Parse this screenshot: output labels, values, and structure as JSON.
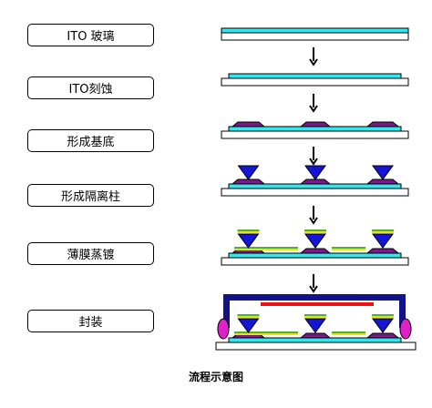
{
  "steps": [
    {
      "label": "ITO 玻璃"
    },
    {
      "label": "ITO刻蚀"
    },
    {
      "label": "形成基底"
    },
    {
      "label": "形成隔离柱"
    },
    {
      "label": "薄膜蒸镀"
    },
    {
      "label": "封装"
    }
  ],
  "caption": "流程示意图",
  "colors": {
    "glass": "#ffffff",
    "ito": "#33e8ec",
    "base": "#7a1a8a",
    "spacer": "#1515d8",
    "film_green": "#50b030",
    "film_yellow": "#e8e020",
    "cover": "#12128a",
    "sealant": "#e020c8",
    "red_layer": "#ee1010",
    "arrow": "#000000"
  }
}
